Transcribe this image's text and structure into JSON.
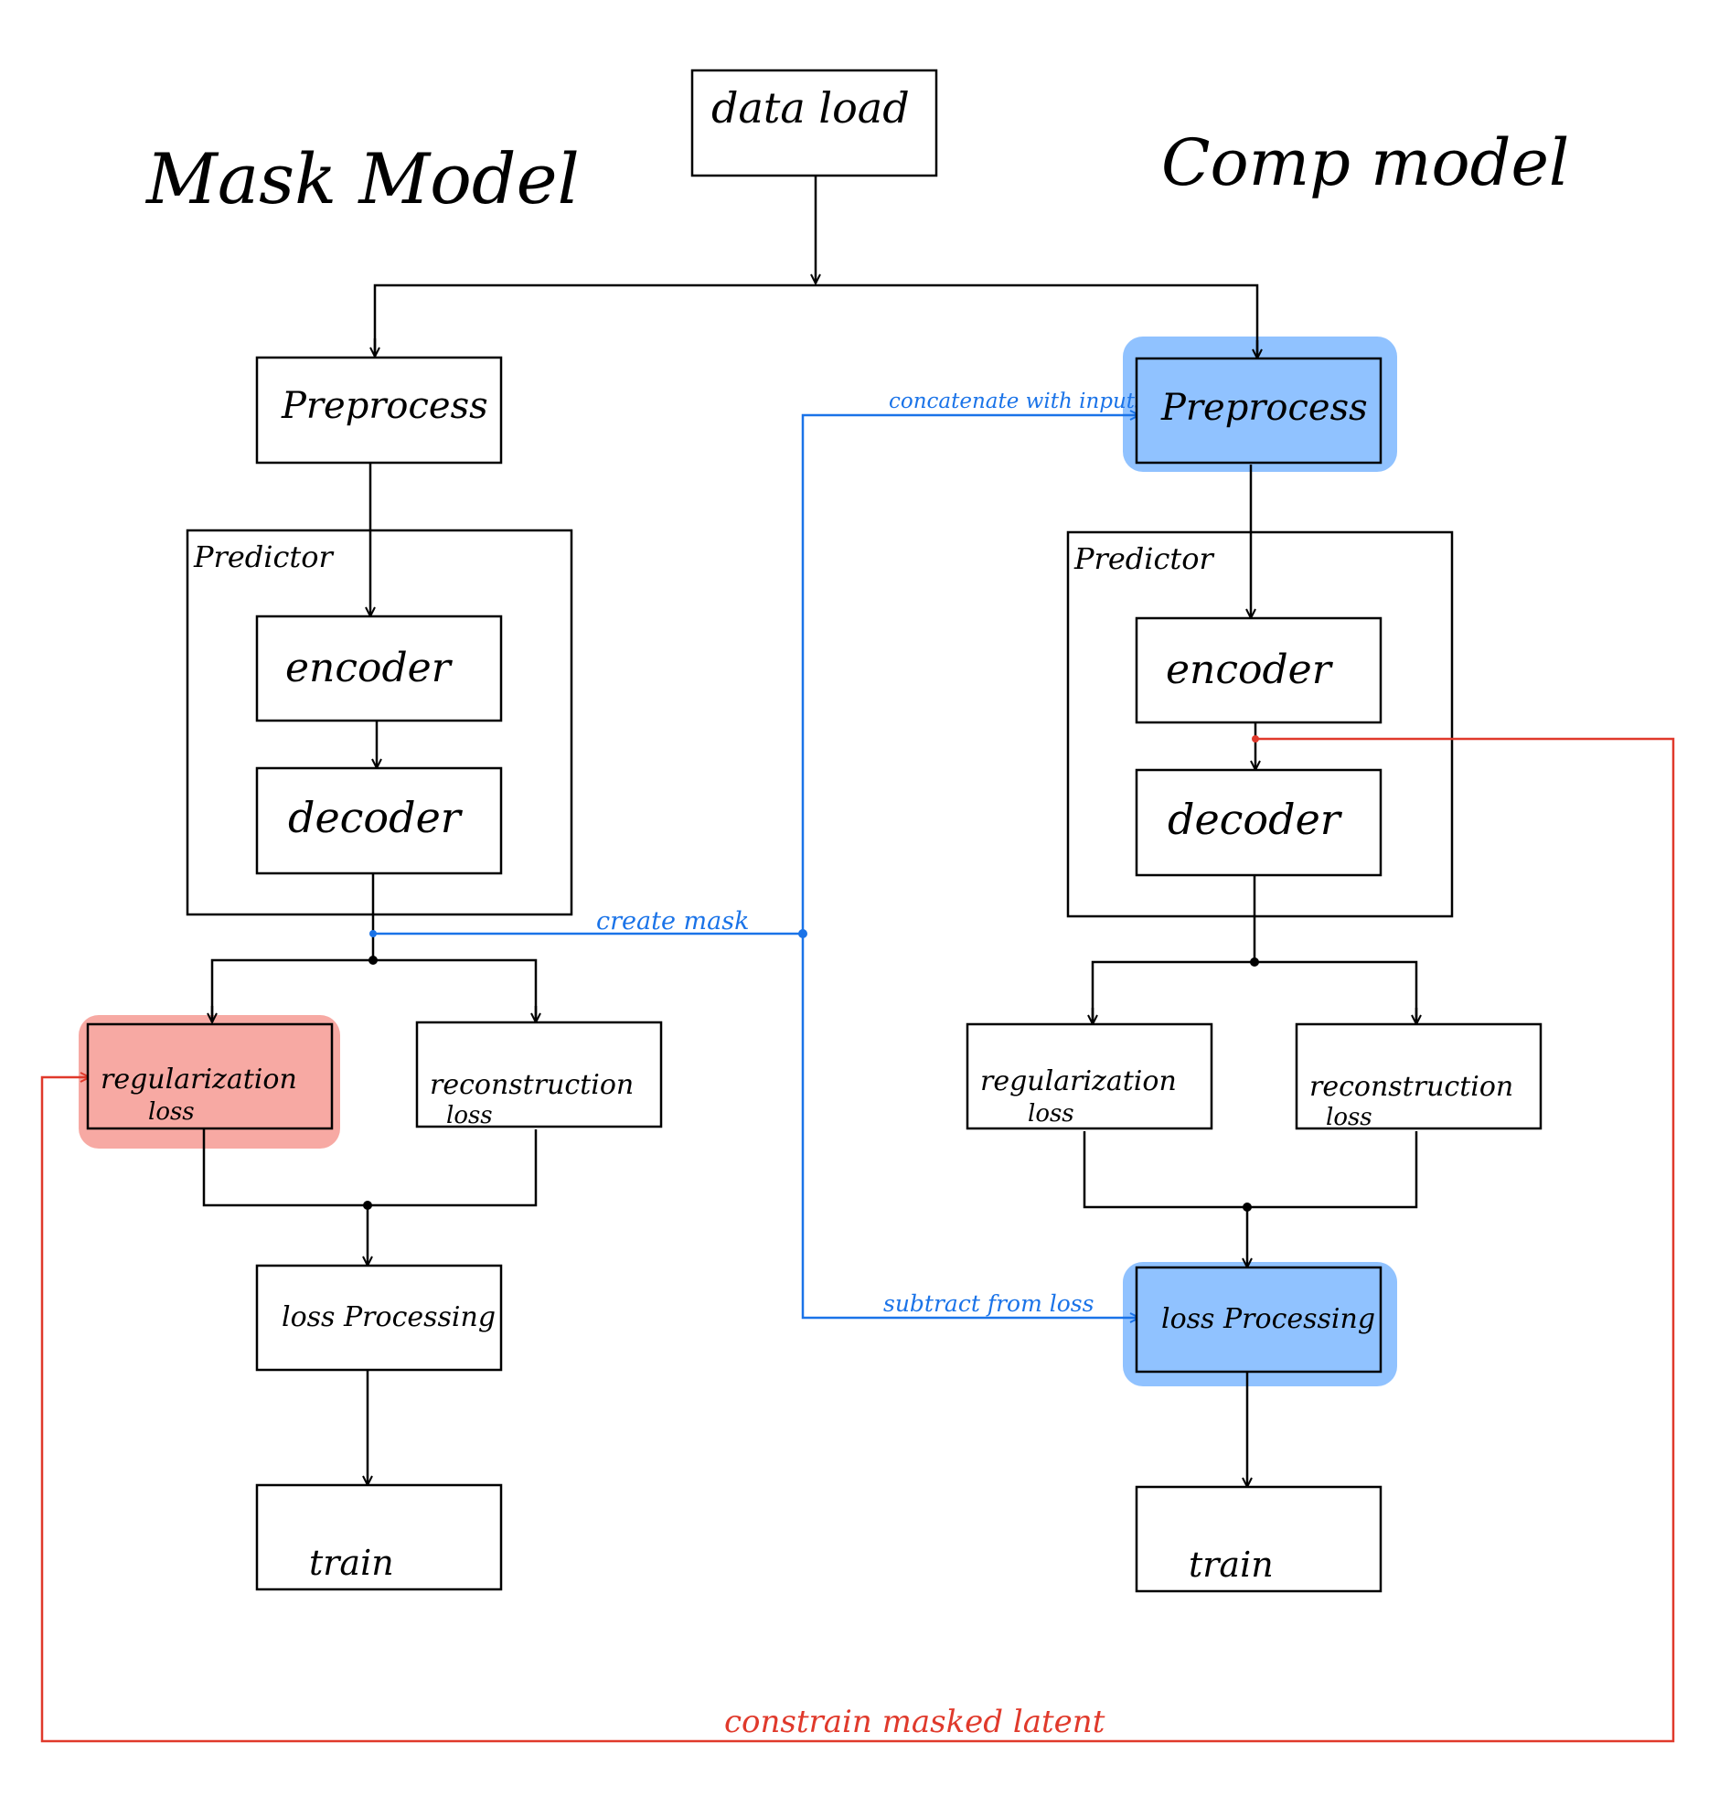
{
  "titles": {
    "mask_model": "Mask Model",
    "comp_model": "Comp model"
  },
  "top": {
    "data_load": "data load"
  },
  "mask": {
    "preprocess": "Preprocess",
    "predictor": "Predictor",
    "encoder": "encoder",
    "decoder": "decoder",
    "reg_line1": "regularization",
    "reg_line2": "loss",
    "rec_line1": "reconstruction",
    "rec_line2": "loss",
    "loss_processing": "loss Processing",
    "train": "train"
  },
  "comp": {
    "preprocess": "Preprocess",
    "predictor": "Predictor",
    "encoder": "encoder",
    "decoder": "decoder",
    "reg_line1": "regularization",
    "reg_line2": "loss",
    "rec_line1": "reconstruction",
    "rec_line2": "loss",
    "loss_processing": "loss Processing",
    "train": "train"
  },
  "edges": {
    "create_mask": "create mask",
    "concatenate": "concatenate with inputs",
    "subtract": "subtract from loss",
    "constrain": "constrain masked latent"
  },
  "colors": {
    "blue_line": "#1a73e8",
    "blue_highlight": "#90c2ff",
    "red_line": "#e0392b",
    "red_highlight": "#f7a9a3"
  }
}
